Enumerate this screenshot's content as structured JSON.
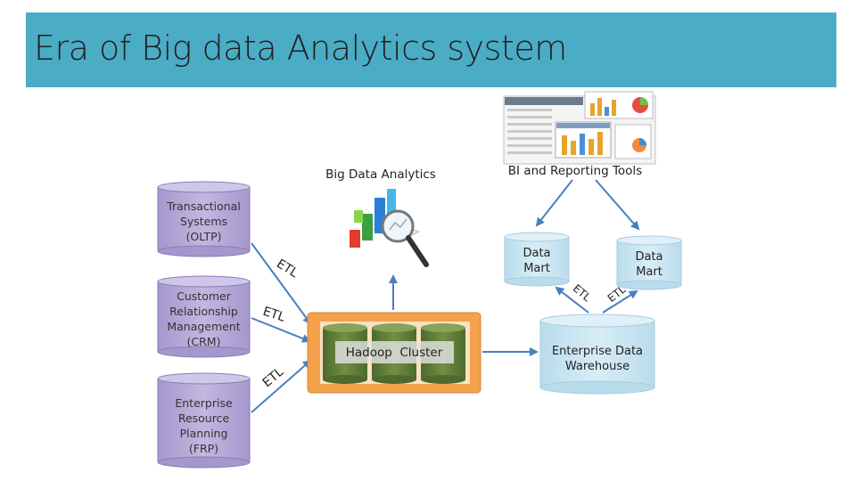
{
  "title": "Era of Big data Analytics system",
  "diagram": {
    "sources": [
      {
        "lines": [
          "Transactional",
          "Systems",
          "(OLTP)"
        ]
      },
      {
        "lines": [
          "Customer",
          "Relationship",
          "Management",
          "(CRM)"
        ]
      },
      {
        "lines": [
          "Enterprise",
          "Resource",
          "Planning",
          "(FRP)"
        ]
      }
    ],
    "etl_label": "ETL",
    "hadoop_label": "Hadoop  Cluster",
    "analytics_label": "Big Data Analytics",
    "bi_label": "BI and Reporting Tools",
    "mart_lines": [
      "Data",
      "Mart"
    ],
    "warehouse_lines": [
      "Enterprise Data",
      "Warehouse"
    ]
  },
  "colors": {
    "title_bar": "#4bacc6",
    "source_cylinder": "#b4a7d6",
    "warehouse_cylinder": "#c6e2ef",
    "hadoop_frame": "#f3a14b",
    "hadoop_drum": "#5f7a3a",
    "arrow": "#4a7fc0"
  }
}
